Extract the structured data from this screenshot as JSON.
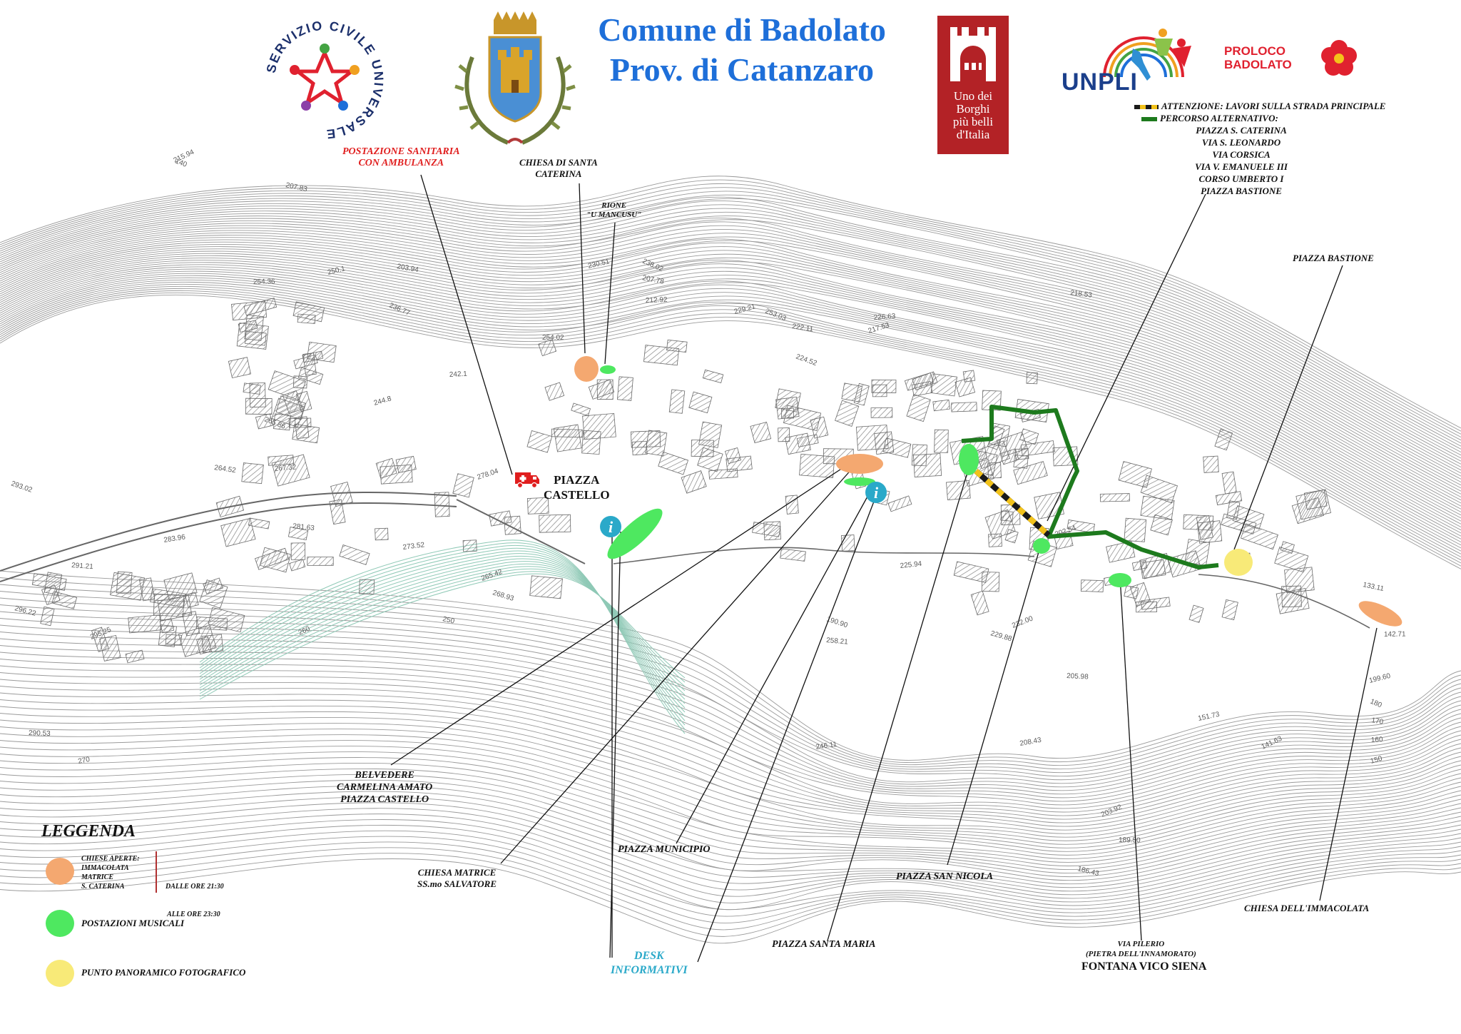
{
  "header": {
    "title_line1": "Comune di Badolato",
    "title_line2": "Prov. di Catanzaro"
  },
  "logos": {
    "servizio_civile": "SERVIZIO CIVILE UNIVERSALE",
    "borghi": [
      "Uno dei",
      "Borghi",
      "più belli",
      "d'Italia"
    ],
    "unpli": "UNPLI",
    "proloco": [
      "PROLOCO",
      "BADOLATO"
    ]
  },
  "route_panel": {
    "attention": "ATTENZIONE:  LAVORI SULLA STRADA PRINCIPALE",
    "alternative": "PERCORSO ALTERNATIVO:",
    "steps": [
      "PIAZZA S. CATERINA",
      "VIA S. LEONARDO",
      "VIA CORSICA",
      "VIA V. EMANUELE III",
      "CORSO UMBERTO I",
      "PIAZZA BASTIONE"
    ]
  },
  "labels": {
    "postazione_sanitaria": [
      "POSTAZIONE SANITARIA",
      "CON AMBULANZA"
    ],
    "chiesa_santa_caterina": [
      "CHIESA DI  SANTA",
      "CATERINA"
    ],
    "rione": [
      "RIONE",
      "\"U MANCUSU\""
    ],
    "piazza_castello": [
      "PIAZZA",
      "CASTELLO"
    ],
    "piazza_bastione": "PIAZZA BASTIONE",
    "belvedere": [
      "BELVEDERE",
      "CARMELINA AMATO",
      "PIAZZA CASTELLO"
    ],
    "chiesa_matrice": [
      "CHIESA MATRICE",
      "SS.mo SALVATORE"
    ],
    "piazza_municipio": "PIAZZA MUNICIPIO",
    "desk": [
      "DESK",
      "INFORMATIVI"
    ],
    "piazza_santa_maria": "PIAZZA SANTA MARIA",
    "piazza_san_nicola": "PIAZZA SAN NICOLA",
    "via_pilerio": [
      "VIA PILERIO",
      "(PIETRA DELL'INNAMORATO)"
    ],
    "fontana": "FONTANA VICO SIENA",
    "chiesa_immacolata": "CHIESA   DELL'IMMACOLATA",
    "info_icon": "i"
  },
  "legend": {
    "title": "LEGGENDA",
    "items": [
      {
        "label_lines": [
          "CHIESE APERTE:",
          "IMMACOLATA",
          "MATRICE",
          "S. CATERINA"
        ],
        "times": [
          "DALLE ORE 21:30",
          " ALLE ORE 23:30"
        ],
        "color": "#f4a870"
      },
      {
        "label": "POSTAZIONI MUSICALI",
        "color": "#4ee860"
      },
      {
        "label": "PUNTO PANORAMICO FOTOGRAFICO",
        "color": "#f8ea78"
      }
    ]
  },
  "map_elevations": [
    "215.94",
    "207.83",
    "254.36",
    "250.1",
    "236.77",
    "203.94",
    "242.1",
    "244.8",
    "265.86",
    "264.52",
    "267.32",
    "278.04",
    "293.02",
    "281.63",
    "273.52",
    "265.42",
    "268.93",
    "291.21",
    "283.96",
    "295.25",
    "296.22",
    "290.53",
    "270",
    "260",
    "250",
    "254.02",
    "230.51",
    "238.02",
    "207.78",
    "212.92",
    "229.21",
    "253.03",
    "222.11",
    "226.63",
    "217.53",
    "224.52",
    "218.53",
    "225.94",
    "202.54",
    "190.90",
    "258.21",
    "246.11",
    "232.00",
    "229.88",
    "205.98",
    "208.43",
    "203.92",
    "186.43",
    "189.50",
    "151.73",
    "141.63",
    "133.11",
    "142.71",
    "199.60",
    "180",
    "170",
    "160",
    "150",
    "140"
  ],
  "colors": {
    "title_blue": "#1e6fd9",
    "church_orange": "#f4a870",
    "music_green": "#4ee860",
    "photo_yellow": "#f8ea78",
    "route_green": "#1d7a1d",
    "info_cyan": "#2aa9c9",
    "alert_red": "#e01e1e",
    "borghi_red": "#b32226",
    "contour_gray": "#9a9a9a"
  }
}
